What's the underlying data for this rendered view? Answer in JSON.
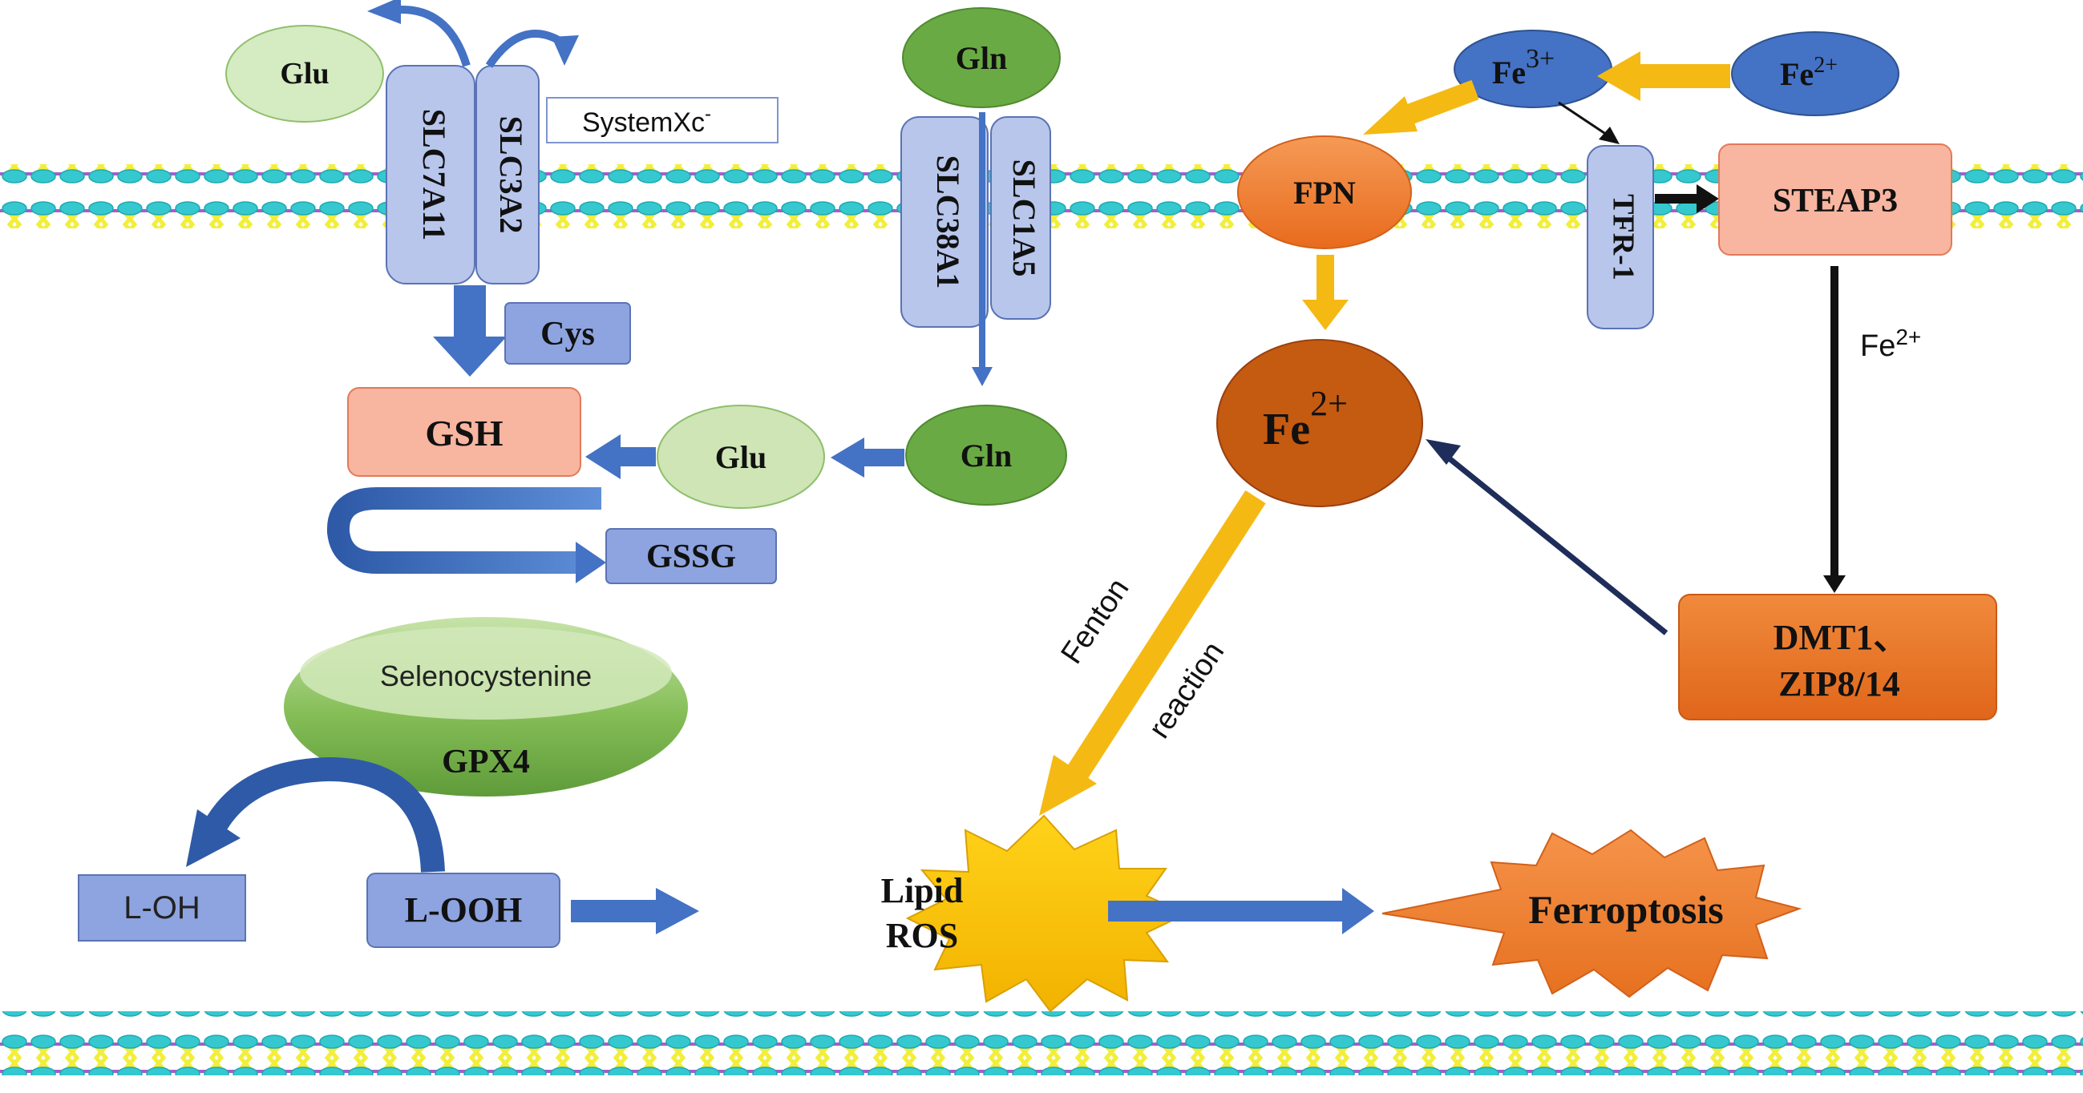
{
  "labels": {
    "glu_top": "Glu",
    "gln_top": "Gln",
    "slc7a11": "SLC7A11",
    "slc3a2": "SLC3A2",
    "systemxc": "SystemXc",
    "systemxc_sup": "-",
    "slc38a1": "SLC38A1",
    "slc1a5": "SLC1A5",
    "cys": "Cys",
    "gsh": "GSH",
    "glu_mid": "Glu",
    "gln_mid": "Gln",
    "gssg": "GSSG",
    "selenocystenine": "Selenocystenine",
    "gpx4": "GPX4",
    "l_oh": "L-OH",
    "l_ooh": "L-OOH",
    "lipid": "Lipid",
    "ros": "ROS",
    "ferroptosis": "Ferroptosis",
    "fe3_base": "Fe",
    "fe3_sup": "3+",
    "fe2_top_base": "Fe",
    "fe2_top_sup": "2+",
    "fpn": "FPN",
    "tfr1": "TFR-1",
    "steap3": "STEAP3",
    "fe2_edge_base": "Fe",
    "fe2_edge_sup": "2+",
    "fe2_center_base": "Fe",
    "fe2_center_sup": "2+",
    "dmt1": "DMT1、",
    "zip": "ZIP8/14",
    "fenton": "Fenton",
    "reaction": "reaction"
  },
  "colors": {
    "membrane_head": "#35c8cf",
    "membrane_tail": "#f2ee3a",
    "membrane_line": "#a55ec9",
    "transporter_fill": "#b8c6ec",
    "box_blue": "#8ea4e0",
    "box_salmon": "#f8b5a0",
    "green_dark": "#6aaa44",
    "green_light": "#cfe5b6",
    "blue_arrow": "#4472c4",
    "gold_arrow": "#f5b914",
    "fe_blue": "#4472c4",
    "orange": "#ee7d31",
    "brown": "#c55a11",
    "navy": "#1f2d5a"
  }
}
